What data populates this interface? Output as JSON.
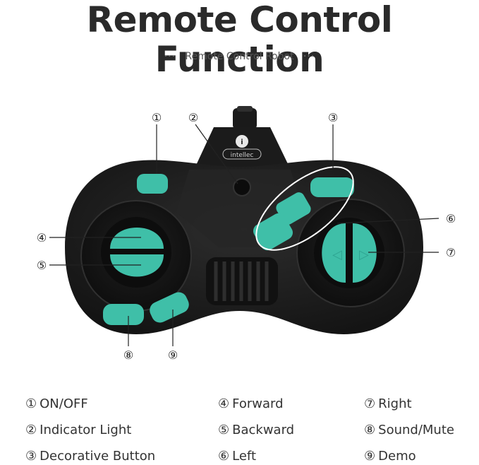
{
  "header": {
    "title": "Remote Control Function",
    "subtitle": "Remote Control Robot",
    "subtitle_dots_left": "···",
    "subtitle_dots_right": "···"
  },
  "remote": {
    "brand": "intellec",
    "colors": {
      "body": "#1f1f1f",
      "button": "#3fbfa8",
      "ring": "#2c2c2c",
      "callout": "#222222"
    },
    "callouts": [
      "①",
      "②",
      "③",
      "④",
      "⑤",
      "⑥",
      "⑦",
      "⑧",
      "⑨"
    ]
  },
  "legend": [
    {
      "num": "①",
      "label": "ON/OFF"
    },
    {
      "num": "②",
      "label": "Indicator Light"
    },
    {
      "num": "③",
      "label": "Decorative Button"
    },
    {
      "num": "④",
      "label": "Forward"
    },
    {
      "num": "⑤",
      "label": "Backward"
    },
    {
      "num": "⑥",
      "label": "Left"
    },
    {
      "num": "⑦",
      "label": "Right"
    },
    {
      "num": "⑧",
      "label": "Sound/Mute"
    },
    {
      "num": "⑨",
      "label": "Demo"
    }
  ]
}
